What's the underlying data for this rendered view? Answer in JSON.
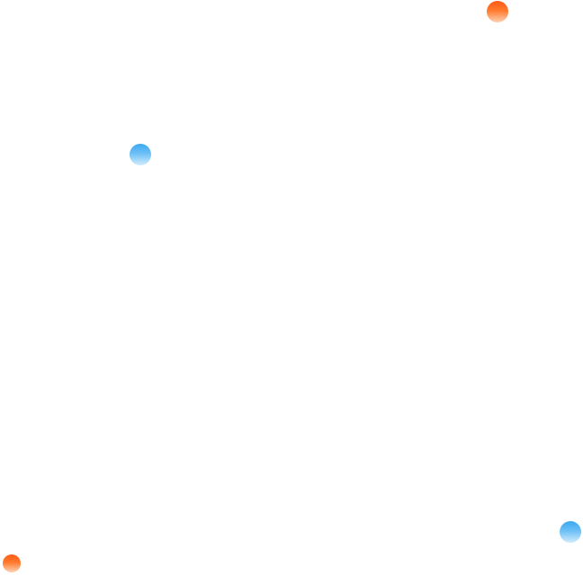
{
  "dots": [
    {
      "color": "orange",
      "gradient_top": "#ff5a14",
      "gradient_bottom": "#ffd2b4"
    },
    {
      "color": "blue",
      "gradient_top": "#3aa8f2",
      "gradient_bottom": "#d2ecfc"
    },
    {
      "color": "blue",
      "gradient_top": "#3aa8f2",
      "gradient_bottom": "#d2ecfc"
    },
    {
      "color": "orange",
      "gradient_top": "#ff5a14",
      "gradient_bottom": "#ffd2b4"
    }
  ],
  "background": "#ffffff"
}
